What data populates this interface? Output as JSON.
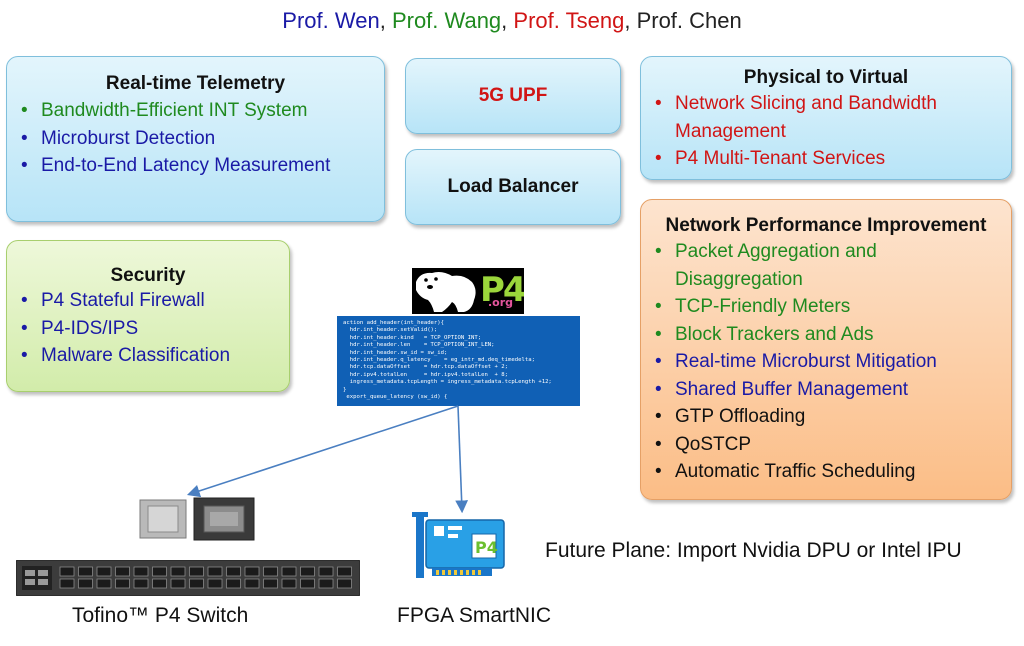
{
  "header": {
    "prof_wen": "Prof. Wen",
    "sep1": ",",
    "prof_wang": "Prof. Wang",
    "sep2": ",",
    "prof_tseng": "Prof. Tseng",
    "sep3": ",",
    "prof_chen": "Prof. Chen"
  },
  "telemetry": {
    "title": "Real-time Telemetry",
    "items": [
      "Bandwidth-Efficient INT System",
      "Microburst Detection",
      "End-to-End Latency Measurement"
    ]
  },
  "upf": {
    "label": "5G UPF"
  },
  "load_balancer": {
    "label": "Load Balancer"
  },
  "physical_virtual": {
    "title": "Physical to Virtual",
    "items": [
      "Network Slicing and Bandwidth Management",
      "P4 Multi-Tenant Services"
    ]
  },
  "security": {
    "title": "Security",
    "items": [
      "P4 Stateful Firewall",
      "P4-IDS/IPS",
      "Malware Classification"
    ]
  },
  "performance": {
    "title": "Network Performance Improvement",
    "items": [
      "Packet Aggregation and Disaggregation",
      "TCP-Friendly Meters",
      "Block Trackers and Ads",
      "Real-time Microburst Mitigation",
      "Shared Buffer Management",
      "GTP Offloading",
      "QoSTCP",
      "Automatic Traffic Scheduling"
    ]
  },
  "p4_logo": {
    "text": "P4",
    "suffix": ".org"
  },
  "code": {
    "lines": [
      "action add_header(int_header){",
      "  hdr.int_header.setValid();",
      "  hdr.int_header.kind   = TCP_OPTION_INT;",
      "  hdr.int_header.len    = TCP_OPTION_INT_LEN;",
      "  hdr.int_header.sw_id = sw_id;",
      "  hdr.int_header.q_latency    = eg_intr_md.deq_timedelta;",
      "  hdr.tcp.dataOffset    = hdr.tcp.dataOffset + 2;",
      "  hdr.ipv4.totalLen     = hdr.ipv4.totalLen  + 8;",
      "  ingress_metadata.tcpLength = ingress_metadata.tcpLength +12;",
      "}",
      " export_queue_latency (sw_id) {"
    ]
  },
  "captions": {
    "switch": "Tofino™ P4 Switch",
    "smartnic": "FPGA SmartNIC",
    "future": "Future Plane: Import Nvidia DPU or Intel IPU"
  },
  "colors": {
    "wen": "#1a1aa6",
    "wang": "#1f8a1f",
    "tseng": "#d11515",
    "chen": "#222222",
    "arrow": "#4a7fc1"
  }
}
